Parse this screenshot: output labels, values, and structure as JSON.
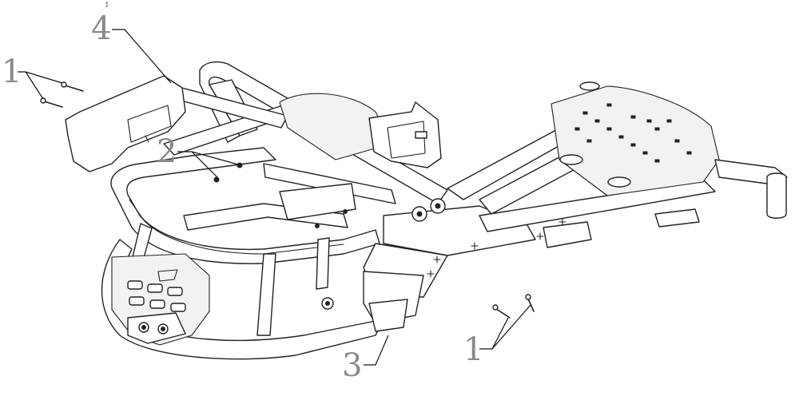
{
  "callouts": {
    "small_mark": "1",
    "part_4": "4",
    "part_1_top": "1",
    "part_2": "2",
    "part_3": "3",
    "part_1_bottom": "1"
  },
  "colors": {
    "line": "#222222",
    "callout_text": "#8a8a8a",
    "background": "#ffffff"
  }
}
